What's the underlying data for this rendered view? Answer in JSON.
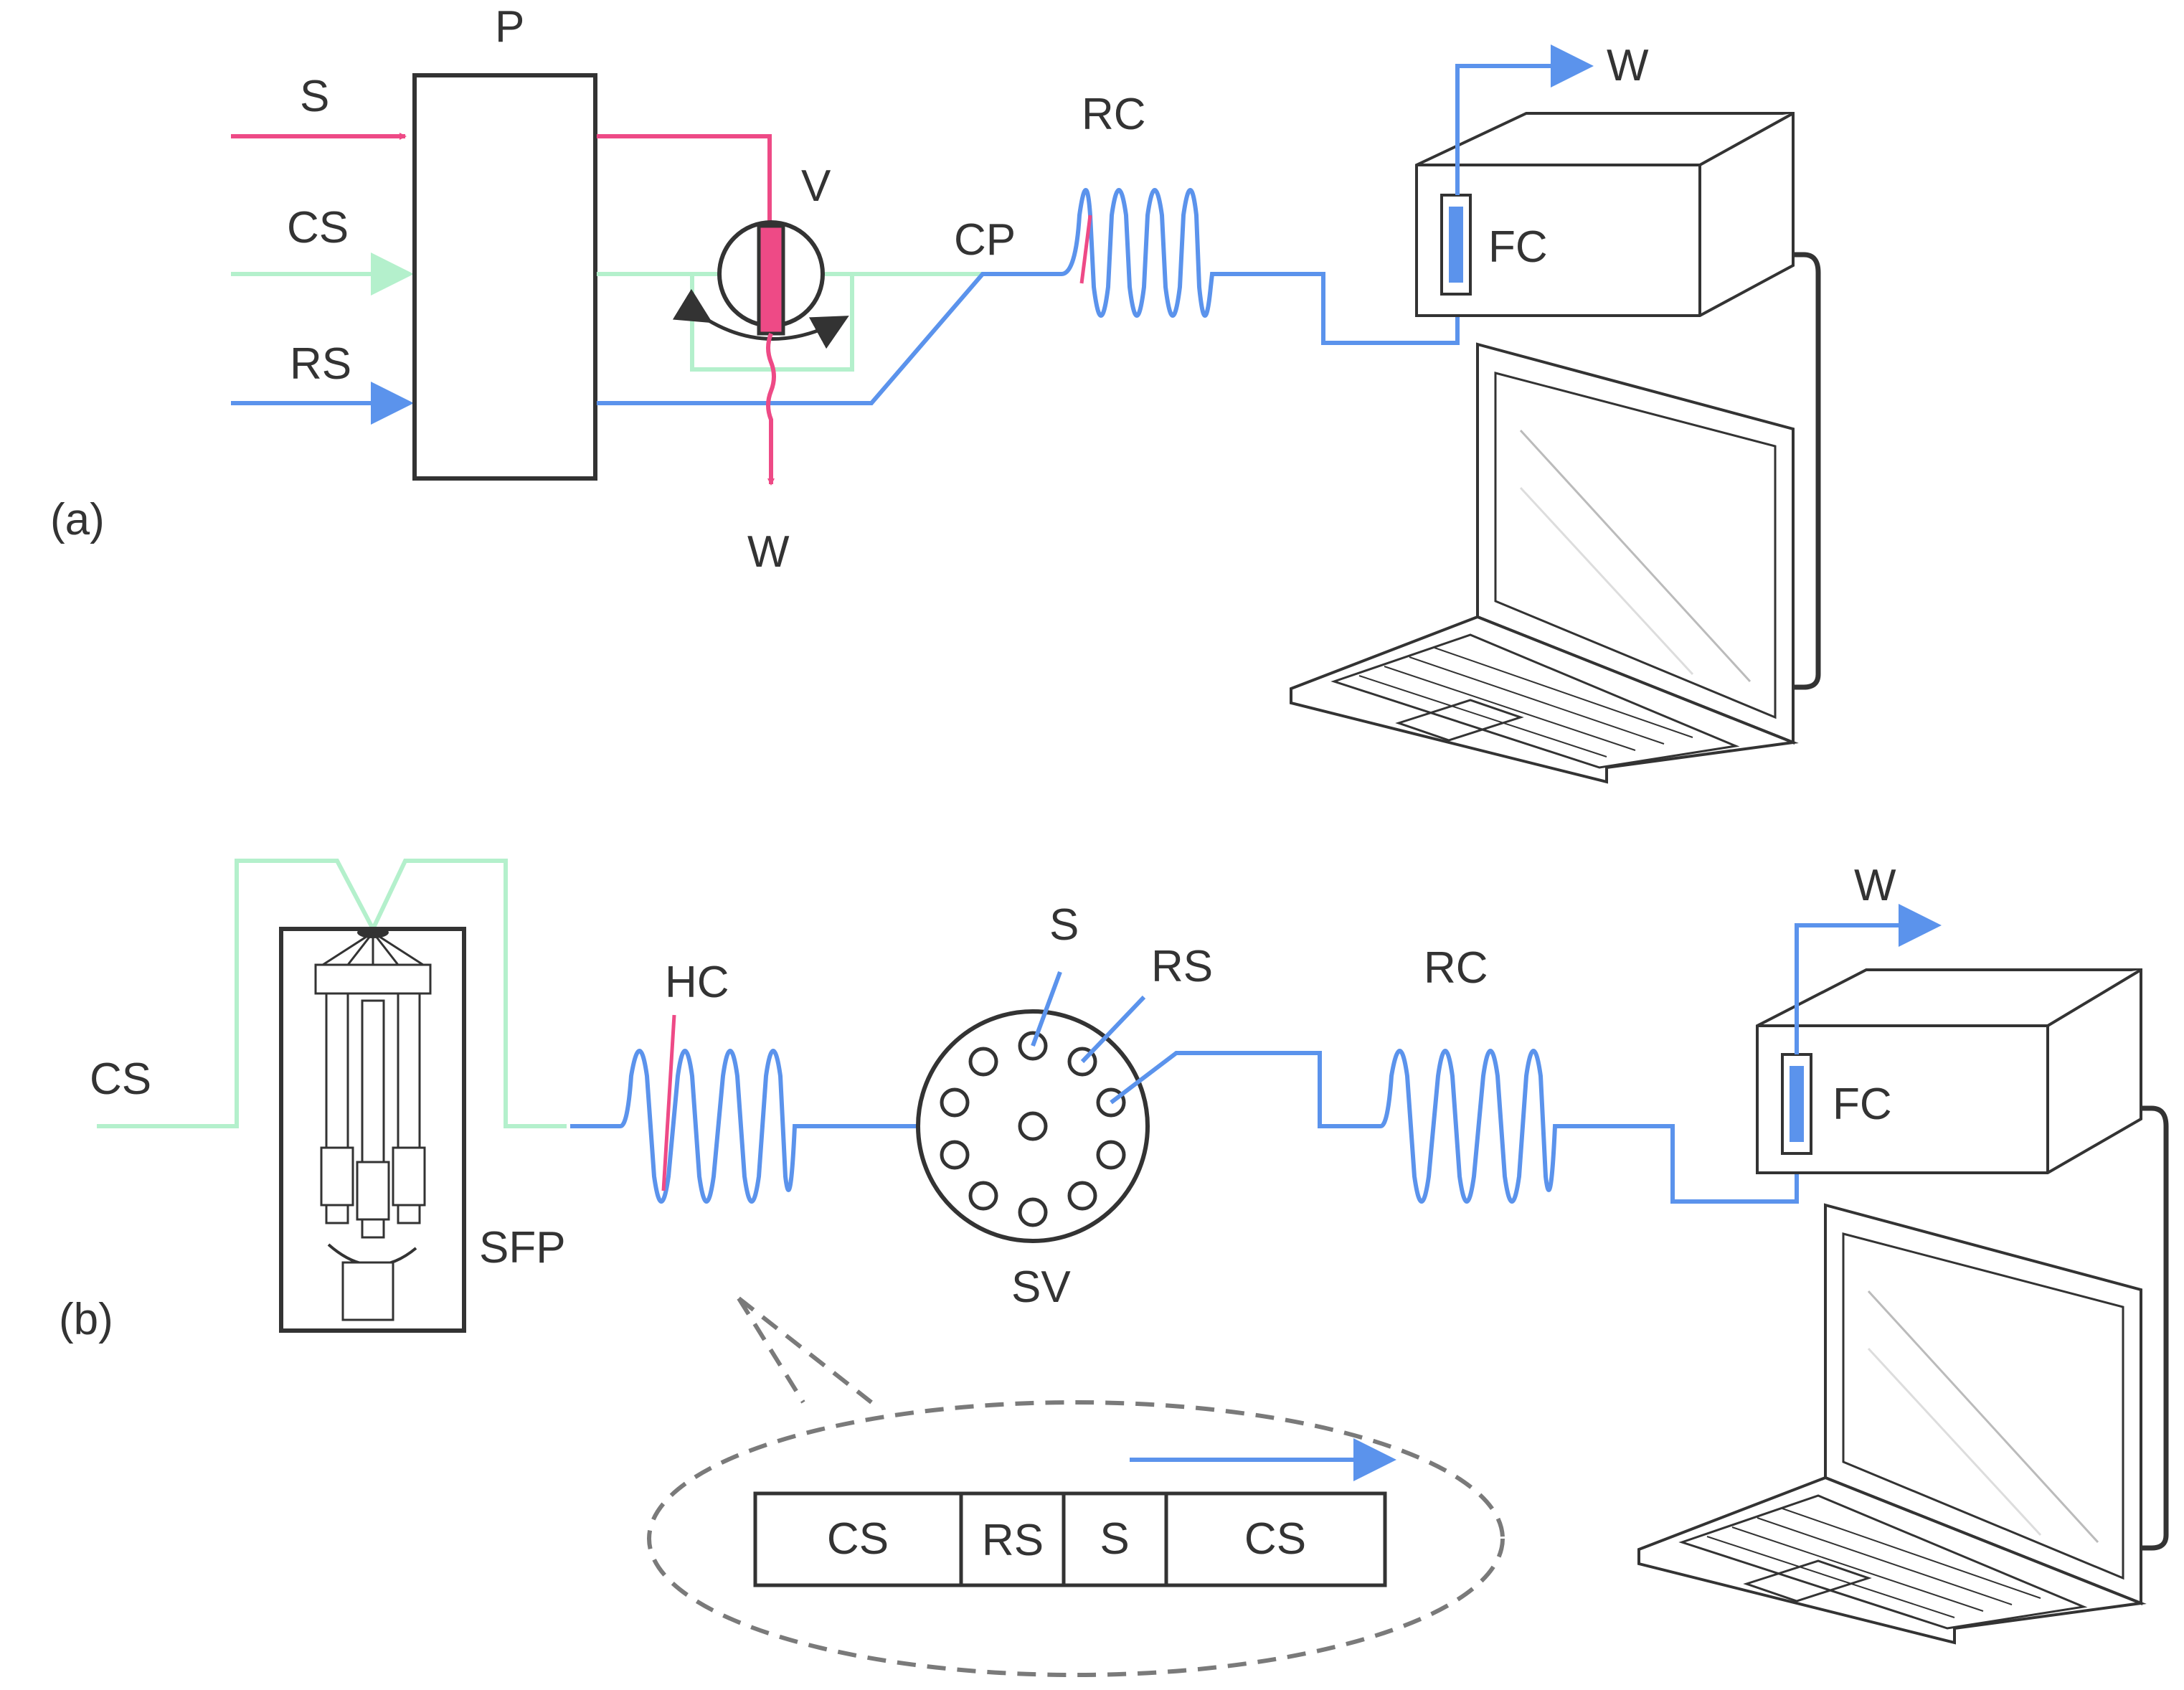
{
  "panel_a": {
    "panel_label": "(a)",
    "pump_label": "P",
    "inlet_s": "S",
    "inlet_cs": "CS",
    "inlet_rs": "RS",
    "valve_label": "V",
    "waste_valve": "W",
    "confluence_label": "CP",
    "reaction_coil": "RC",
    "flow_cell": "FC",
    "waste_out": "W"
  },
  "panel_b": {
    "panel_label": "(b)",
    "carrier_label": "CS",
    "pump_label": "SFP",
    "holding_coil": "HC",
    "selection_valve": "SV",
    "port_s": "S",
    "port_rs": "RS",
    "reaction_coil": "RC",
    "flow_cell": "FC",
    "waste_out": "W"
  },
  "zone_stack": {
    "segments": [
      "CS",
      "RS",
      "S",
      "CS"
    ]
  },
  "colors": {
    "sample_line": "#ee4a86",
    "carrier_line": "#b4f0cc",
    "reagent_line": "#5b93ec",
    "outline": "#333333"
  },
  "icons": [
    "laptop-icon",
    "detector-box-icon",
    "syringe-pump-icon",
    "rotary-valve-icon"
  ]
}
